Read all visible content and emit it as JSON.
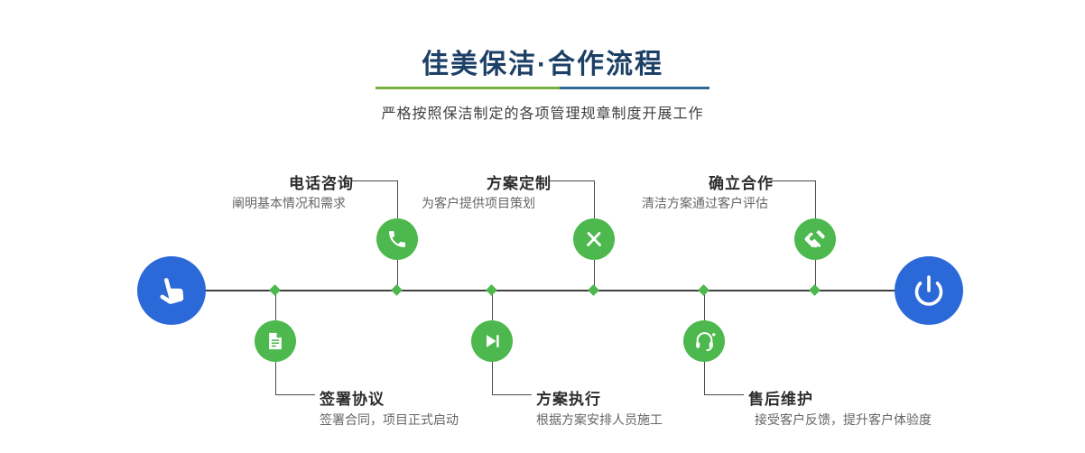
{
  "header": {
    "title": "佳美保洁·合作流程",
    "subtitle": "严格按照保洁制定的各项管理规章制度开展工作"
  },
  "colors": {
    "title_navy": "#1d4066",
    "accent_green": "#4db84d",
    "accent_blue": "#2b69d8",
    "divider_green": "#79b03e",
    "divider_blue": "#2f6a96",
    "line": "#3f3f3f"
  },
  "flow": {
    "start_icon": "pointing-hand-icon",
    "end_icon": "power-icon",
    "top_steps": [
      {
        "title": "电话咨询",
        "desc": "阐明基本情况和需求",
        "icon": "phone-icon"
      },
      {
        "title": "方案定制",
        "desc": "为客户提供项目策划",
        "icon": "pencil-design-icon"
      },
      {
        "title": "确立合作",
        "desc": "清洁方案通过客户评估",
        "icon": "handshake-icon"
      }
    ],
    "bottom_steps": [
      {
        "title": "签署协议",
        "desc": "签署合同，项目正式启动",
        "icon": "contract-icon"
      },
      {
        "title": "方案执行",
        "desc": "根据方案安排人员施工",
        "icon": "play-execute-icon"
      },
      {
        "title": "售后维护",
        "desc": "接受客户反馈，提升客户体验度",
        "icon": "headset-service-icon"
      }
    ]
  }
}
